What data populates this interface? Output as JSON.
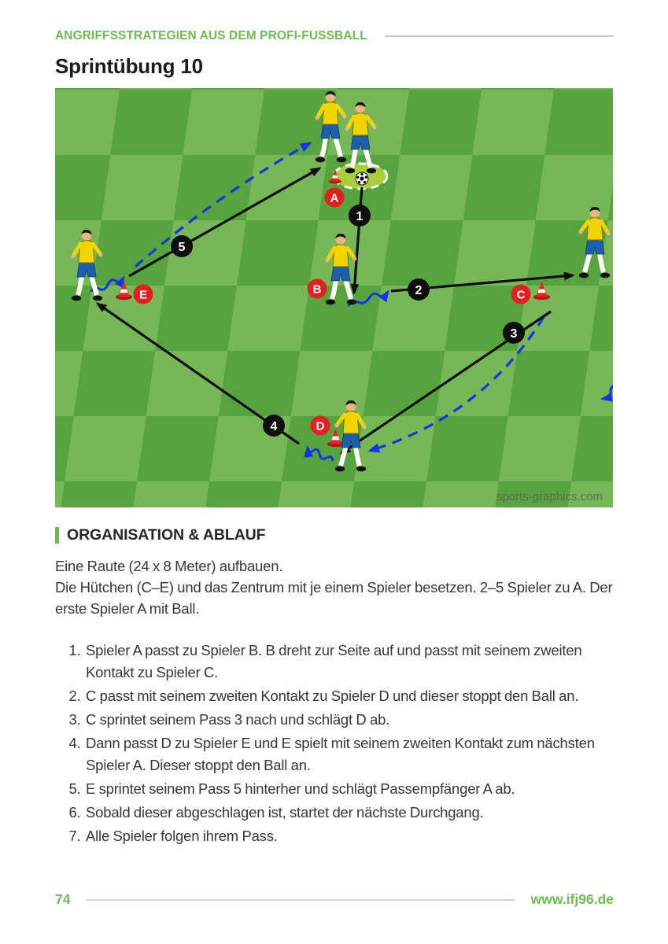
{
  "page": {
    "kicker": "ANGRIFFSSTRATEGIEN AUS DEM PROFI-FUSSBALL",
    "title": "Sprintübung 10",
    "section_heading": "ORGANISATION & ABLAUF",
    "intro_line1": "Eine Raute (24 x 8 Meter) aufbauen.",
    "intro_line2": "Die Hütchen (C–E) und das Zentrum mit je einem Spieler besetzen. 2–5 Spieler zu A. Der erste Spieler A mit Ball.",
    "steps": [
      "Spieler A passt zu Spieler B. B dreht zur Seite auf und passt mit seinem zweiten Kontakt zu Spieler C.",
      "C passt mit seinem zweiten Kontakt zu Spieler D und dieser stoppt den Ball an.",
      "C sprintet seinem Pass 3 nach und schlägt D ab.",
      "Dann passt D zu Spieler E und E spielt mit seinem zweiten Kontakt zum nächsten Spieler A. Dieser stoppt den Ball an.",
      "E sprintet seinem Pass 5 hinterher und schlägt Passempfänger A ab.",
      "Sobald dieser abgeschlagen ist, startet der nächste Durchgang.",
      "Alle Spieler folgen ihrem Pass."
    ],
    "footer_page": "74",
    "footer_site": "www.ifj96.de"
  },
  "diagram": {
    "watermark": "sports-graphics.com",
    "station_labels": [
      "A",
      "B",
      "C",
      "D",
      "E"
    ],
    "pass_numbers": [
      "1",
      "2",
      "3",
      "4",
      "5"
    ],
    "colors": {
      "pitch_light": "#76b758",
      "pitch_dark": "#57a43f",
      "center_spot": "#a8cf3a",
      "marker_red": "#e3201f",
      "pass_black": "#0e0e0e",
      "sprint_blue": "#1733e8",
      "jersey_yellow": "#f3d403",
      "shorts_blue": "#1c5fae",
      "accent_green": "#6cbc52"
    }
  }
}
